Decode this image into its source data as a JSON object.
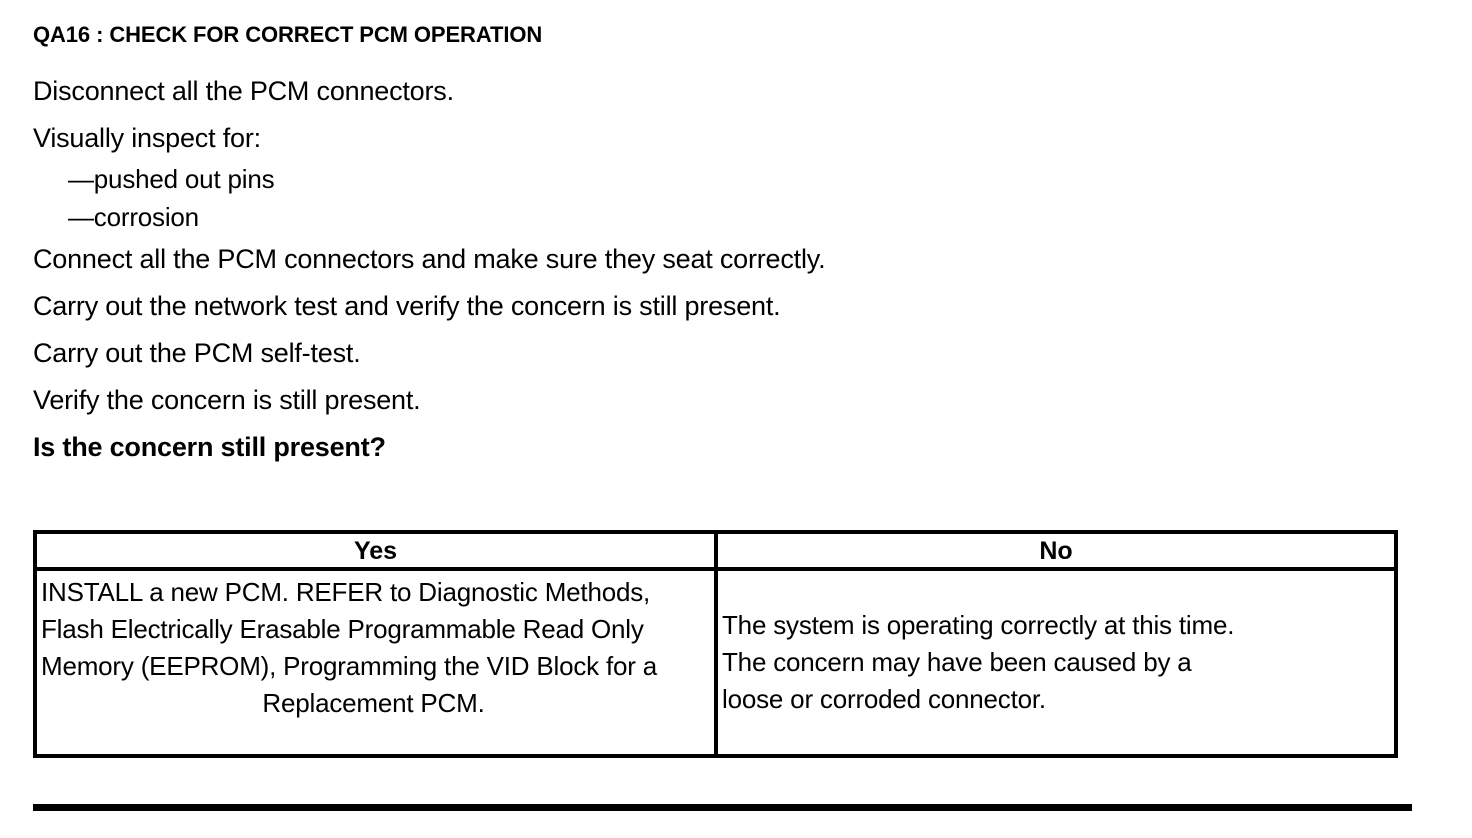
{
  "document": {
    "step_title": "QA16 : CHECK FOR CORRECT PCM OPERATION",
    "instructions": [
      {
        "text": "Disconnect all the PCM connectors.",
        "style": "normal"
      },
      {
        "text": "Visually inspect for:",
        "style": "normal"
      },
      {
        "text": "—pushed out pins",
        "style": "sub"
      },
      {
        "text": "—corrosion",
        "style": "sub"
      },
      {
        "text": "Connect all the PCM connectors and make sure they seat correctly.",
        "style": "normal"
      },
      {
        "text": "Carry out the network test and verify the concern is still present.",
        "style": "normal"
      },
      {
        "text": "Carry out the PCM self-test.",
        "style": "normal"
      },
      {
        "text": "Verify the concern is still present.",
        "style": "normal"
      },
      {
        "text": "Is the concern still present?",
        "style": "bold"
      }
    ]
  },
  "decision_table": {
    "headers": {
      "yes": "Yes",
      "no": "No"
    },
    "yes_cell": {
      "body": "INSTALL a new PCM. REFER to Diagnostic Methods, Flash Electrically Erasable Programmable Read Only Memory (EEPROM), Programming the VID Block for a",
      "last_line": "Replacement PCM."
    },
    "no_cell": {
      "lines": [
        "The system is operating correctly at this time.",
        "The concern may have been caused by a",
        "loose or corroded connector."
      ]
    }
  },
  "colors": {
    "ink": "#000000",
    "paper": "#ffffff"
  }
}
